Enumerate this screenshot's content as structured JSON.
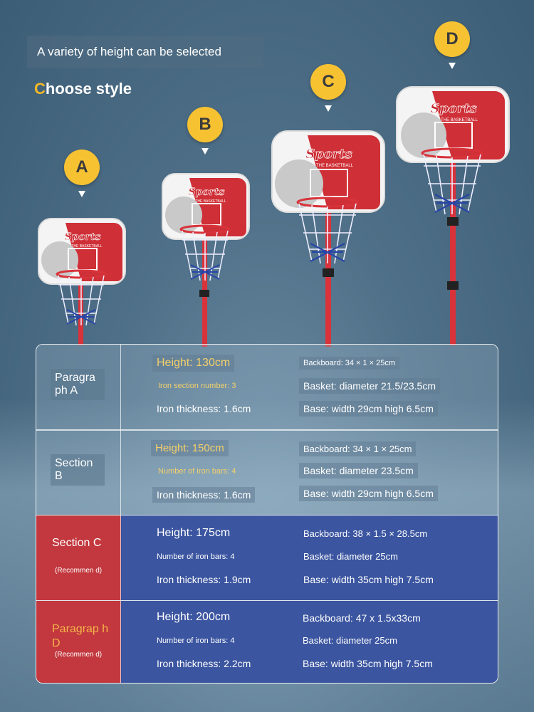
{
  "tagline": "A variety of height can be selected",
  "choose": {
    "first_letter": "C",
    "rest": "hoose style"
  },
  "badges": [
    "A",
    "B",
    "C",
    "D"
  ],
  "colors": {
    "badge": "#f7c232",
    "accent": "#f2b826",
    "row_red": "#c2383e",
    "row_blue": "#3b55a0"
  },
  "hoop_text": {
    "brand": "Sports",
    "sub": "THE BASKETBALL"
  },
  "rows": [
    {
      "label": "Paragra ph A",
      "height": "Height: 130cm",
      "bars": "Iron section number: 3",
      "thickness": "Iron thickness: 1.6cm",
      "backboard": "Backboard: 34 × 1 × 25cm",
      "basket": "Basket: diameter 21.5/23.5cm",
      "base": "Base: width 29cm high 6.5cm"
    },
    {
      "label": "Section B",
      "height": "Height: 150cm",
      "bars": "Number of iron bars: 4",
      "thickness": "Iron thickness: 1.6cm",
      "backboard": "Backboard: 34 × 1 × 25cm",
      "basket": "Basket: diameter 23.5cm",
      "base": "Base: width 29cm high 6.5cm"
    },
    {
      "label": "Section C",
      "recommend": "(Recommen d)",
      "height": "Height: 175cm",
      "bars": "Number of iron bars: 4",
      "thickness": "Iron thickness: 1.9cm",
      "backboard": "Backboard: 38 × 1.5 × 28.5cm",
      "basket": "Basket: diameter 25cm",
      "base": "Base: width 35cm high 7.5cm"
    },
    {
      "label": "Paragrap h D",
      "recommend": "(Recommen d)",
      "height": "Height: 200cm",
      "bars": "Number of iron bars: 4",
      "thickness": "Iron thickness: 2.2cm",
      "backboard": "Backboard: 47 x 1.5x33cm",
      "basket": "Basket: diameter 25cm",
      "base": "Base: width 35cm high 7.5cm"
    }
  ]
}
